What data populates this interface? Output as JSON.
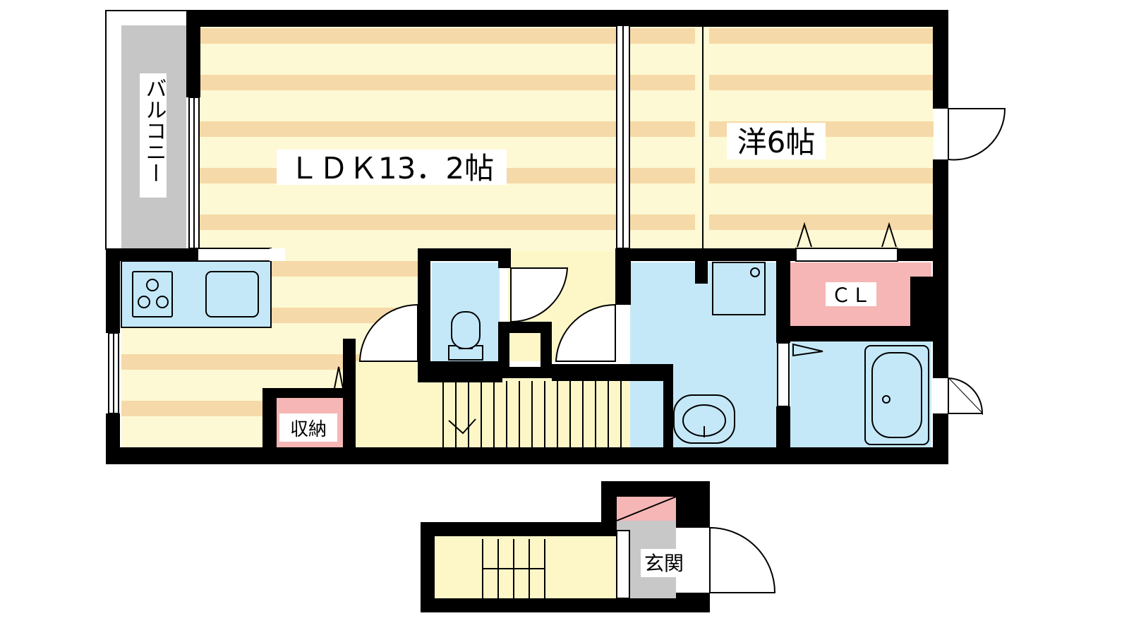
{
  "rooms": {
    "ldk": "ＬＤＫ13．2帖",
    "western": "洋6帖",
    "closet": "ＣＬ",
    "storage": "収納",
    "entrance": "玄関",
    "balcony": "バルコニー"
  },
  "colors": {
    "wall": "#000000",
    "floor_stripe": "#f6d9a8",
    "floor_base": "#fdf9d4",
    "wet_area": "#c4e8f8",
    "closet": "#f6b6b6",
    "stair": "#fdf7c8",
    "balcony": "#c6c6c6",
    "entrance": "#c8c8c8"
  }
}
